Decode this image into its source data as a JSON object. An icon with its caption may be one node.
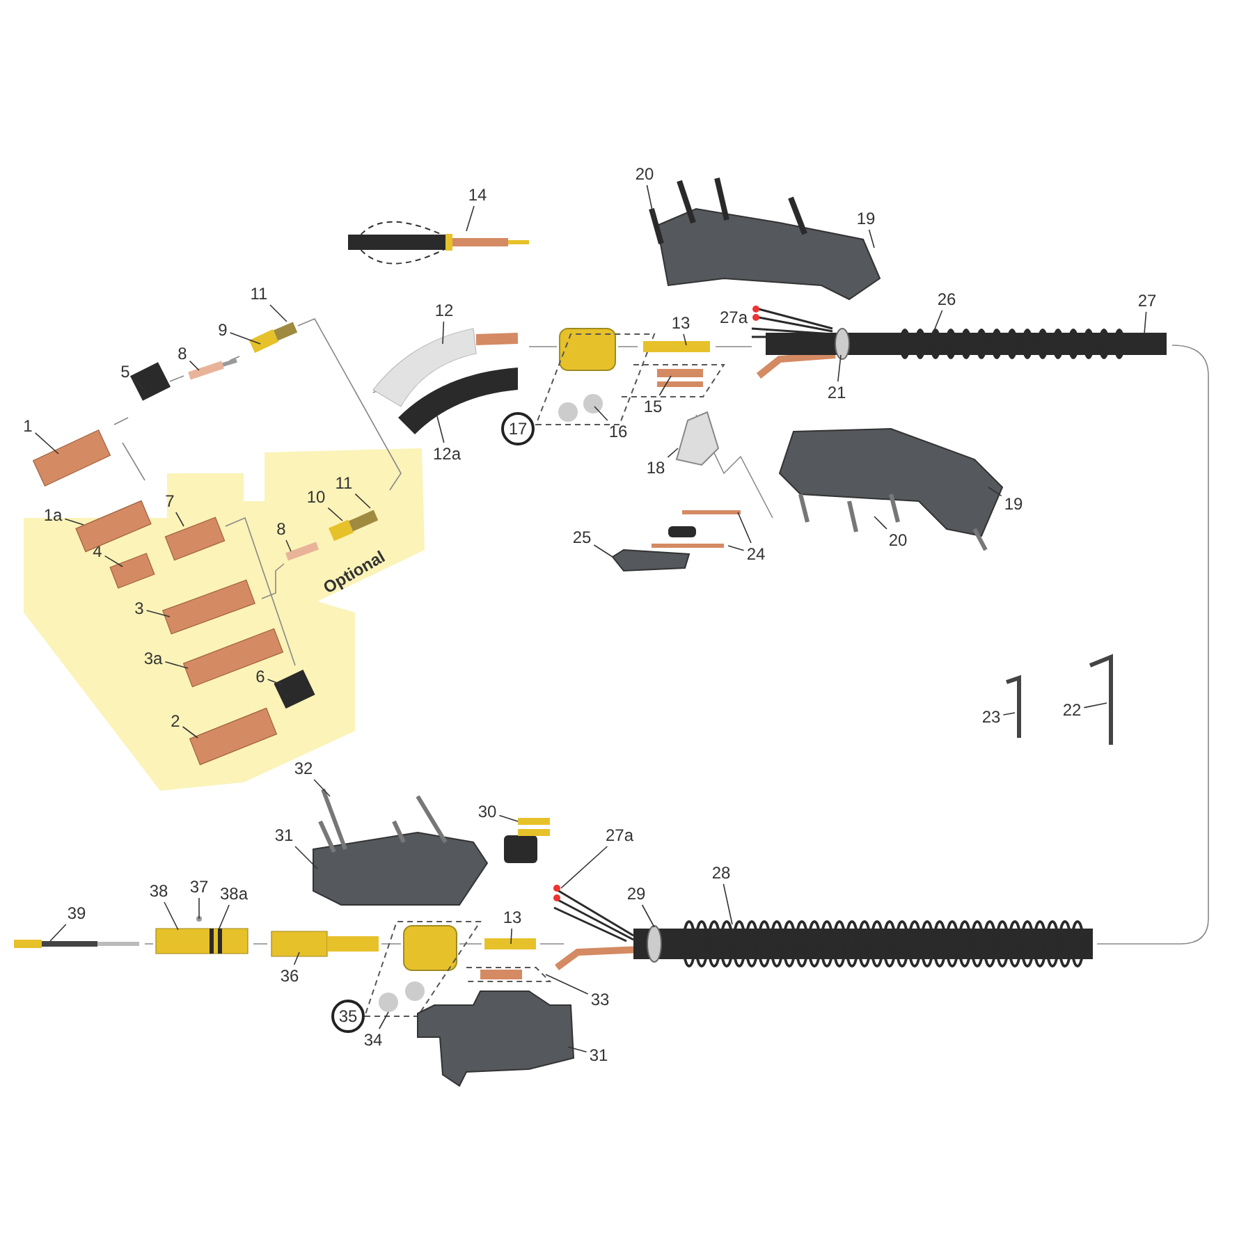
{
  "diagram": {
    "nodes": [
      {
        "text": [
          "Optional"
        ]
      },
      {
        "text": [
          "20"
        ]
      },
      {
        "text": [
          "19"
        ]
      },
      {
        "text": [
          "14"
        ]
      },
      {
        "text": [
          "11"
        ]
      },
      {
        "text": [
          "9"
        ]
      },
      {
        "text": [
          "12"
        ]
      },
      {
        "text": [
          "13"
        ]
      },
      {
        "text": [
          "26"
        ]
      },
      {
        "text": [
          "27"
        ]
      },
      {
        "text": [
          "8"
        ]
      },
      {
        "text": [
          "5"
        ]
      },
      {
        "text": [
          "21"
        ]
      },
      {
        "text": [
          "1"
        ]
      },
      {
        "text": [
          "12a"
        ]
      },
      {
        "text": [
          "17"
        ]
      },
      {
        "text": [
          "15"
        ]
      },
      {
        "text": [
          "16"
        ]
      },
      {
        "text": [
          "18"
        ]
      },
      {
        "text": [
          "1a"
        ],
        "in": 0
      },
      {
        "text": [
          "7"
        ],
        "in": 0
      },
      {
        "text": [
          "11"
        ],
        "in": 0
      },
      {
        "text": [
          "10"
        ],
        "in": 0
      },
      {
        "text": [
          "19"
        ]
      },
      {
        "text": [
          "4"
        ],
        "in": 0
      },
      {
        "text": [
          "8"
        ],
        "in": 0
      },
      {
        "text": [
          "25"
        ]
      },
      {
        "text": [
          "24"
        ]
      },
      {
        "text": [
          "20"
        ]
      },
      {
        "text": [
          "3"
        ],
        "in": 0
      },
      {
        "text": [
          "3a"
        ],
        "in": 0
      },
      {
        "text": [
          "6"
        ],
        "in": 0
      },
      {
        "text": [
          "23"
        ]
      },
      {
        "text": [
          "22"
        ]
      },
      {
        "text": [
          "2"
        ],
        "in": 0
      },
      {
        "text": [
          "32"
        ]
      },
      {
        "text": [
          "30"
        ]
      },
      {
        "text": [
          "31"
        ]
      },
      {
        "text": [
          "27a"
        ]
      },
      {
        "text": [
          "29"
        ]
      },
      {
        "text": [
          "28"
        ]
      },
      {
        "text": [
          "38"
        ]
      },
      {
        "text": [
          "37"
        ]
      },
      {
        "text": [
          "38a"
        ]
      },
      {
        "text": [
          "39"
        ]
      },
      {
        "text": [
          "13"
        ]
      },
      {
        "text": [
          "36"
        ]
      },
      {
        "text": [
          "33"
        ]
      },
      {
        "text": [
          "35"
        ]
      },
      {
        "text": [
          "34"
        ]
      },
      {
        "text": [
          "31"
        ]
      }
    ],
    "edges": [
      {
        "from": 1,
        "to": null,
        "arrow": "none"
      },
      {
        "from": 2,
        "to": null,
        "arrow": "none"
      },
      {
        "from": 3,
        "to": null,
        "arrow": "none"
      },
      {
        "from": 4,
        "to": null,
        "arrow": "none"
      },
      {
        "from": 5,
        "to": null,
        "arrow": "none"
      },
      {
        "from": 6,
        "to": null,
        "arrow": "none"
      },
      {
        "from": 7,
        "to": null,
        "arrow": "none"
      },
      {
        "from": 8,
        "to": null,
        "arrow": "none"
      },
      {
        "from": 9,
        "to": null,
        "arrow": "none"
      },
      {
        "from": 10,
        "to": null,
        "arrow": "none"
      },
      {
        "from": 11,
        "to": null,
        "arrow": "none"
      },
      {
        "from": 12,
        "to": null,
        "arrow": "none"
      },
      {
        "from": 13,
        "to": null,
        "arrow": "none"
      },
      {
        "from": 14,
        "to": null,
        "arrow": "none"
      },
      {
        "from": 16,
        "to": null,
        "arrow": "none"
      },
      {
        "from": 17,
        "to": null,
        "arrow": "none"
      },
      {
        "from": 18,
        "to": null,
        "arrow": "none"
      },
      {
        "from": 19,
        "to": null,
        "arrow": "none"
      },
      {
        "from": 20,
        "to": null,
        "arrow": "none"
      },
      {
        "from": 21,
        "to": null,
        "arrow": "none"
      },
      {
        "from": 22,
        "to": null,
        "arrow": "none"
      },
      {
        "from": 23,
        "to": null,
        "arrow": "none"
      },
      {
        "from": 24,
        "to": null,
        "arrow": "none"
      },
      {
        "from": 25,
        "to": null,
        "arrow": "none"
      },
      {
        "from": 26,
        "to": null,
        "arrow": "none"
      },
      {
        "from": 27,
        "to": null,
        "arrow": "none"
      },
      {
        "from": 27,
        "to": null,
        "arrow": "none"
      },
      {
        "from": 28,
        "to": null,
        "arrow": "none"
      },
      {
        "from": 29,
        "to": null,
        "arrow": "none"
      },
      {
        "from": 30,
        "to": null,
        "arrow": "none"
      },
      {
        "from": 31,
        "to": null,
        "arrow": "none"
      },
      {
        "from": 32,
        "to": null,
        "arrow": "none"
      },
      {
        "from": 33,
        "to": null,
        "arrow": "none"
      },
      {
        "from": 34,
        "to": null,
        "arrow": "none"
      },
      {
        "from": 35,
        "to": null,
        "arrow": "none"
      },
      {
        "from": 36,
        "to": null,
        "arrow": "none"
      },
      {
        "from": 37,
        "to": null,
        "arrow": "none"
      },
      {
        "from": 38,
        "to": null,
        "arrow": "none"
      },
      {
        "from": 39,
        "to": null,
        "arrow": "none"
      },
      {
        "from": 40,
        "to": null,
        "arrow": "none"
      },
      {
        "from": 41,
        "to": null,
        "arrow": "none"
      },
      {
        "from": 42,
        "to": null,
        "arrow": "none"
      },
      {
        "from": 43,
        "to": null,
        "arrow": "none"
      },
      {
        "from": 44,
        "to": null,
        "arrow": "none"
      },
      {
        "from": 45,
        "to": null,
        "arrow": "none"
      },
      {
        "from": 46,
        "to": null,
        "arrow": "none"
      },
      {
        "from": 47,
        "to": null,
        "arrow": "none"
      },
      {
        "from": 49,
        "to": null,
        "arrow": "none"
      },
      {
        "from": 50,
        "to": null,
        "arrow": "none"
      }
    ],
    "labels": [
      "27a"
    ]
  }
}
